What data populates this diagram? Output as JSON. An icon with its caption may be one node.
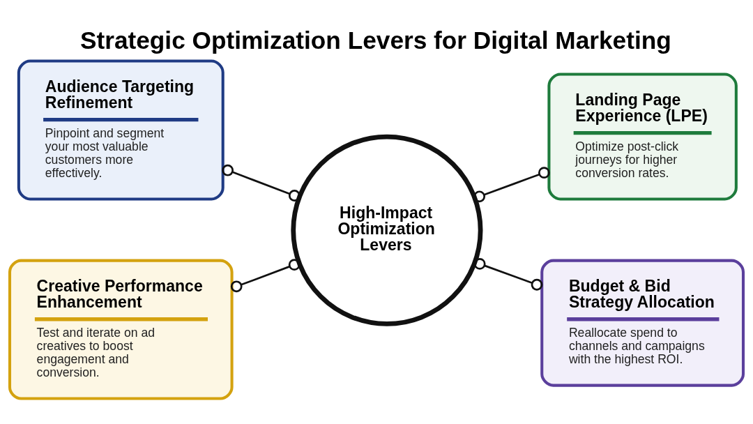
{
  "diagram": {
    "title": "Strategic Optimization Levers for Digital Marketing",
    "nodes": [
      {
        "text": [
          "Audience Targeting Refinement",
          "Pinpoint and segment your most valuable customers more effectively."
        ]
      },
      {
        "text": [
          "Landing Page Experience (LPE)",
          "Optimize post-click journeys for higher conversion rates."
        ]
      },
      {
        "text": [
          "High-Impact Optimization Levers"
        ]
      },
      {
        "text": [
          "Creative Performance Enhancement",
          "Test and iterate on ad creatives to boost engagement and conversion."
        ]
      },
      {
        "text": [
          "Budget & Bid Strategy Allocation",
          "Reallocate spend to channels and campaigns with the highest ROI."
        ]
      }
    ],
    "edges": [
      {
        "from": 0,
        "to": 2,
        "arrow": "other"
      },
      {
        "from": 2,
        "to": 1,
        "arrow": "other"
      },
      {
        "from": 3,
        "to": 2,
        "arrow": "other"
      },
      {
        "from": 2,
        "to": 4,
        "arrow": "other"
      }
    ]
  }
}
